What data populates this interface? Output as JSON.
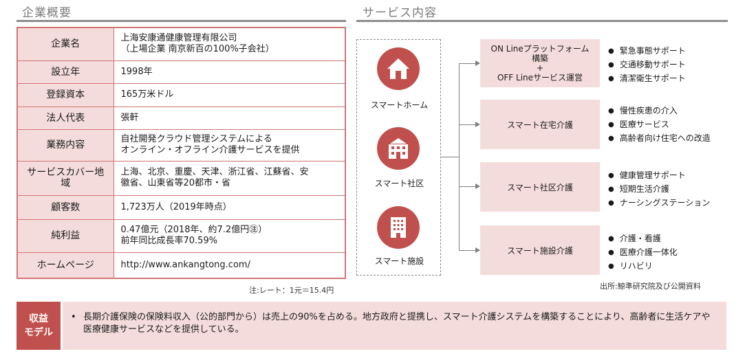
{
  "headers": {
    "company": "企業概要",
    "services": "サービス内容"
  },
  "company_table": [
    {
      "label": "企業名",
      "value": [
        "上海安康通健康管理有限公司",
        "（上場企業 南京新百の100%子会社）"
      ]
    },
    {
      "label": "設立年",
      "value": [
        "1998年"
      ]
    },
    {
      "label": "登録資本",
      "value": [
        "165万米ドル"
      ]
    },
    {
      "label": "法人代表",
      "value": [
        "張軒"
      ]
    },
    {
      "label": "業務内容",
      "value": [
        "自社開発クラウド管理システムによる",
        "オンライン・オフライン介護サービスを提供"
      ]
    },
    {
      "label": [
        "サービスカバー地",
        "域"
      ],
      "value": [
        "上海、北京、重慶、天津、浙江省、江蘇省、安",
        "徽省、山東省等20都市・省"
      ]
    },
    {
      "label": "顧客数",
      "value": [
        "1,723万人（2019年時点）"
      ]
    },
    {
      "label": "純利益",
      "value": [
        "0.47億元（2018年、約7.2億円㊟）",
        "前年同比成長率70.59%"
      ]
    },
    {
      "label": "ホームページ",
      "value": [
        "http://www.ankangtong.com/"
      ]
    }
  ],
  "note": "注:レート：1元＝15.4円",
  "service_icons": [
    {
      "icon": "house-icon",
      "label": "スマートホーム"
    },
    {
      "icon": "school-icon",
      "label": "スマート社区"
    },
    {
      "icon": "building-icon",
      "label": "スマート施設"
    }
  ],
  "services": [
    {
      "box": [
        "ON Lineプラットフォーム",
        "構築",
        "+",
        "OFF Lineサービス運営"
      ],
      "bullets": [
        "緊急事態サポート",
        "交通移動サポート",
        "清潔衛生サポート"
      ]
    },
    {
      "box": [
        "スマート在宅介護"
      ],
      "bullets": [
        "慢性疾患の介入",
        "医療サービス",
        "高齢者向け住宅への改造"
      ]
    },
    {
      "box": [
        "スマート社区介護"
      ],
      "bullets": [
        "健康管理サポート",
        "短期生活介護",
        "ナーシングステーション"
      ]
    },
    {
      "box": [
        "スマート施設介護"
      ],
      "bullets": [
        "介護・看護",
        "医療介護一体化",
        "リハビリ"
      ]
    }
  ],
  "source": "出所:鯨準研究院及び公開資料",
  "revenue_model": {
    "label": [
      "収益",
      "モデル"
    ],
    "bullet": "•",
    "text": "長期介護保険の保険料収入（公的部門から）は売上の90%を占める。地方政府と提携し、スマート介護システムを構築することにより、高齢者に生活ケアや医療健康サービスなどを提供している。"
  },
  "colors": {
    "accent": "#c0504d",
    "table_border": "#d27373",
    "light_fill": "#f4dcdc",
    "rule": "#8c8c8c"
  }
}
